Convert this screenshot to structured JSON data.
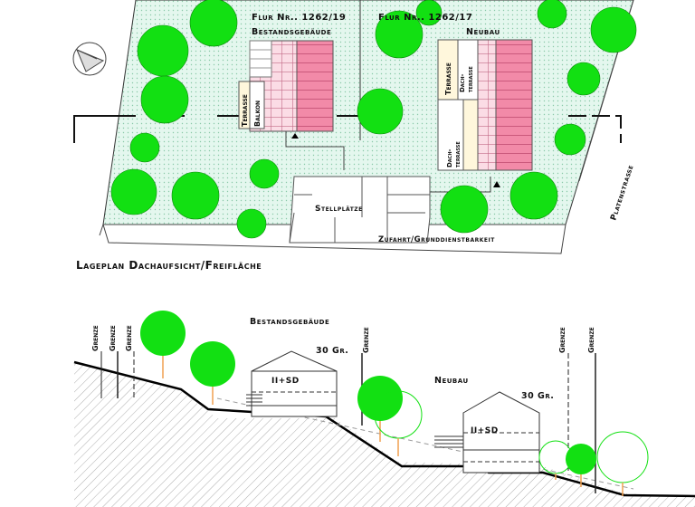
{
  "site_plan": {
    "parcel_left": "Flur Nr.. 1262/19",
    "parcel_right": "Flur Nr.. 1262/17",
    "existing_building": "Bestandsgebäude",
    "new_building": "Neubau",
    "terrace": "Terrasse",
    "balcony": "Balkon",
    "roof_terrace_1": "Dach-",
    "roof_terrace_2": "terrasse",
    "parking": "Stellplätze",
    "access": "Zufahrt/Grunddienstbarkeit",
    "street": "Platenstraße",
    "caption": "Lageplan Dachaufsicht/Freifläche"
  },
  "section": {
    "boundary": "Grenze",
    "existing_building": "Bestandsgebäude",
    "new_building": "Neubau",
    "roof_pitch_existing": "30 Gr.",
    "roof_pitch_new": "30 Gr.",
    "storeys_existing": "II+SD",
    "storeys_new": "II+SD"
  },
  "colors": {
    "lawn": "#dff5ea",
    "tree": "#12e012",
    "roof": "#f28aa8",
    "roof_light": "#f9d6e0",
    "terrace": "#fff7dc"
  }
}
